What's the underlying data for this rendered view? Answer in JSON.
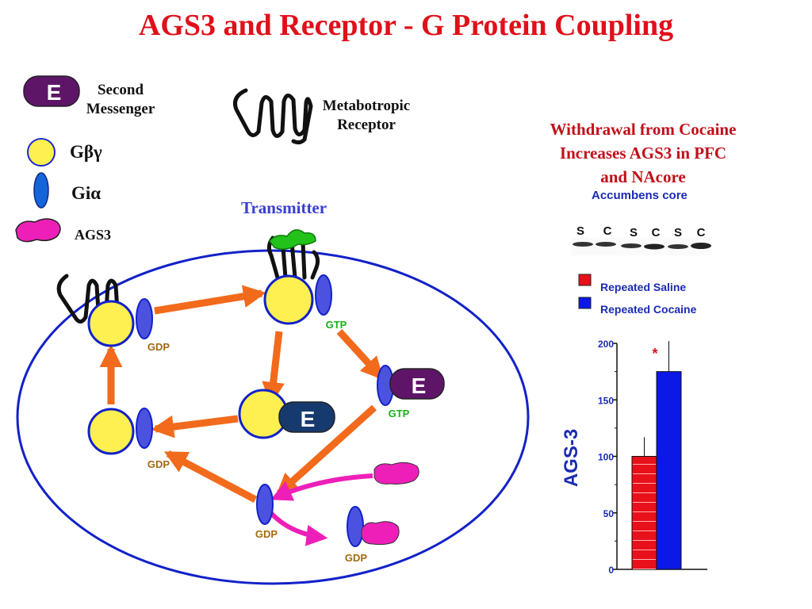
{
  "title": "AGS3 and Receptor - G Protein Coupling",
  "legend": {
    "effector_letter": "E",
    "effector_label_1": "Second",
    "effector_label_2": "Messenger",
    "gbg_label_main": "G",
    "gbg_label_greek": "βγ",
    "gia_label_main": "Gi",
    "gia_label_greek": "α",
    "ags3_label": "AGS3",
    "receptor_label_1": "Metabotropic",
    "receptor_label_2": "Receptor"
  },
  "diagram": {
    "transmitter_label": "Transmitter",
    "effector_letter": "E",
    "gtp": "GTP",
    "gdp": "GDP"
  },
  "finding": {
    "line1": "Withdrawal from Cocaine",
    "line2": "Increases AGS3 in PFC",
    "line3": "and NAcore"
  },
  "blot": {
    "region": "Accumbens core",
    "lanes": [
      "S",
      "C",
      "S",
      "C",
      "S",
      "C"
    ]
  },
  "chart_data": {
    "type": "bar",
    "ylabel": "AGS-3",
    "ylim": [
      0,
      200
    ],
    "yticks": [
      0,
      50,
      100,
      150,
      200
    ],
    "series": [
      {
        "name": "Repeated Saline",
        "value": 100,
        "error": 17,
        "color": "#e8101a"
      },
      {
        "name": "Repeated Cocaine",
        "value": 175,
        "error": 27,
        "color": "#0b18e6"
      }
    ],
    "significance_marker": "*"
  }
}
